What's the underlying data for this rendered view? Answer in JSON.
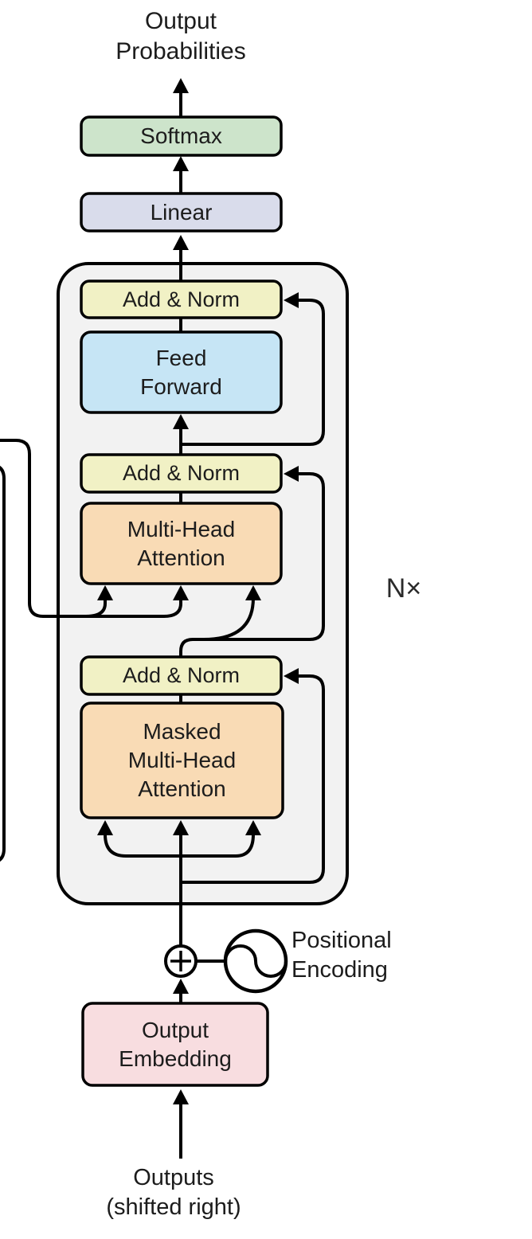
{
  "diagram": {
    "top_label": "Output\nProbabilities",
    "bottom_label": "Outputs\n(shifted right)",
    "repeat_label": "N×",
    "positional_encoding_label": "Positional\nEncoding",
    "blocks": {
      "softmax": {
        "label": "Softmax",
        "color": "#cde4cb"
      },
      "linear": {
        "label": "Linear",
        "color": "#d9dceb"
      },
      "add_norm": {
        "label": "Add & Norm",
        "color": "#f1f1c5"
      },
      "feed_forward": {
        "label": "Feed\nForward",
        "color": "#c6e5f5"
      },
      "multi_head_attention": {
        "label": "Multi-Head\nAttention",
        "color": "#f9dbb5"
      },
      "masked_multi_head_attention": {
        "label": "Masked\nMulti-Head\nAttention",
        "color": "#f9dbb5"
      },
      "output_embedding": {
        "label": "Output\nEmbedding",
        "color": "#f8dde0"
      }
    },
    "colors": {
      "container_fill": "#f2f2f2",
      "stroke": "#000000",
      "text": "#1c1c1c"
    }
  }
}
